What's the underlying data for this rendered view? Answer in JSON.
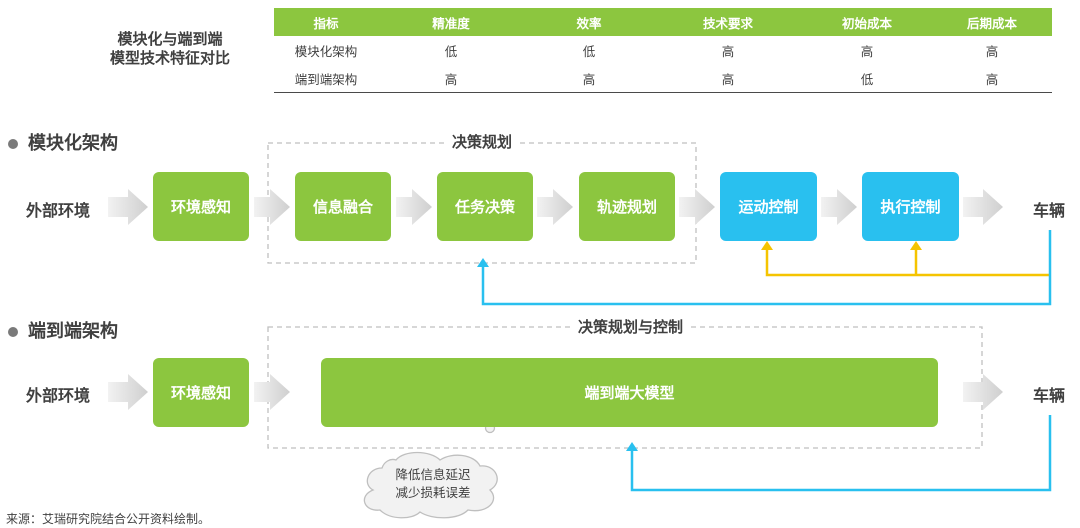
{
  "table": {
    "caption_line1": "模块化与端到端",
    "caption_line2": "模型技术特征对比",
    "headers": [
      "指标",
      "精准度",
      "效率",
      "技术要求",
      "初始成本",
      "后期成本"
    ],
    "rows": [
      [
        "模块化架构",
        "低",
        "低",
        "高",
        "高",
        "高"
      ],
      [
        "端到端架构",
        "高",
        "高",
        "高",
        "低",
        "高"
      ]
    ]
  },
  "modular": {
    "title": "模块化架构",
    "input": "外部环境",
    "output": "车辆",
    "group_label": "决策规划",
    "boxes": [
      "环境感知",
      "信息融合",
      "任务决策",
      "轨迹规划",
      "运动控制",
      "执行控制"
    ]
  },
  "e2e": {
    "title": "端到端架构",
    "input": "外部环境",
    "output": "车辆",
    "group_label": "决策规划与控制",
    "perception": "环境感知",
    "model": "端到端大模型",
    "note_line1": "降低信息延迟",
    "note_line2": "减少损耗误差"
  },
  "source": "来源：艾瑞研究院结合公开资料绘制。",
  "colors": {
    "green": "#8cc63f",
    "blue": "#29c0ef",
    "yellow": "#f5c400",
    "arrow_gray": "#d9d9d9",
    "dashed": "#bfbfbf"
  }
}
